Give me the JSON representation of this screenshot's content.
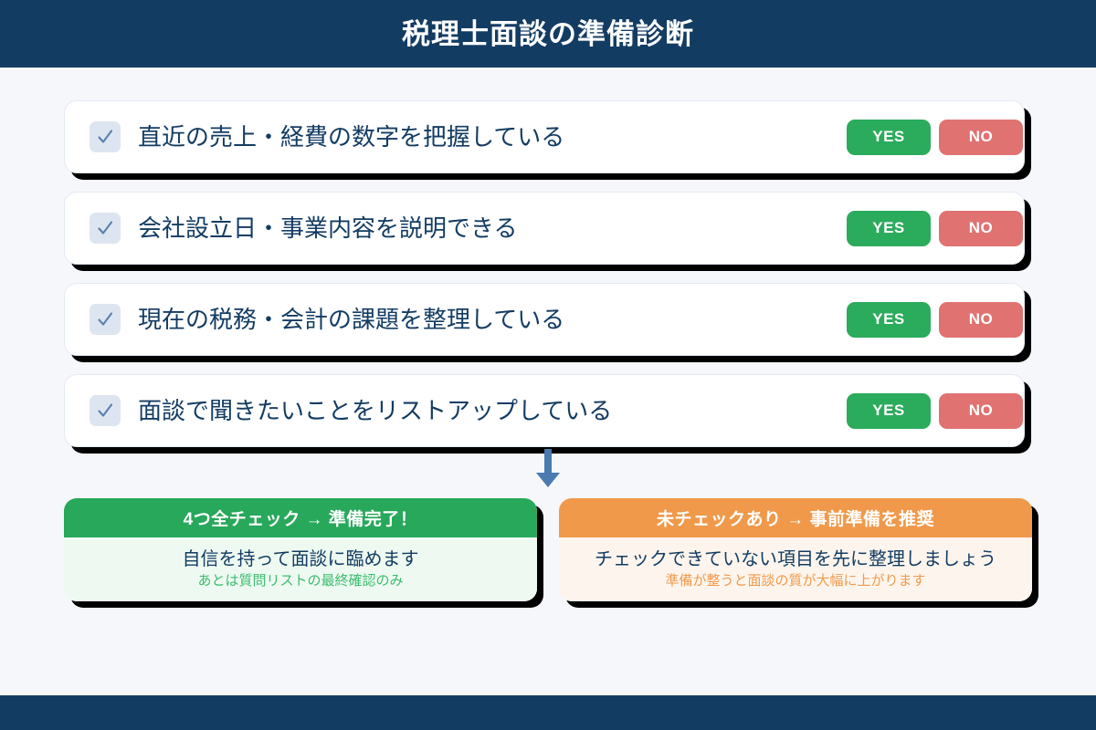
{
  "header": {
    "title": "税理士面談の準備診断",
    "background_color": "#133c63"
  },
  "checklist": {
    "items": [
      {
        "checkbox_icon": "check-icon",
        "label": "直近の売上・経費の数字を把握している",
        "yes_label": "YES",
        "no_label": "NO"
      },
      {
        "checkbox_icon": "check-icon",
        "label": "会社設立日・事業内容を説明できる",
        "yes_label": "YES",
        "no_label": "NO"
      },
      {
        "checkbox_icon": "check-icon",
        "label": "現在の税務・会計の課題を整理している",
        "yes_label": "YES",
        "no_label": "NO"
      },
      {
        "checkbox_icon": "check-icon",
        "label": "面談で聞きたいことをリストアップしている",
        "yes_label": "YES",
        "no_label": "NO"
      }
    ],
    "yes_color": "#2bab5c",
    "no_color": "#e07272",
    "checkbox_fill": "#dde5f0",
    "checkmark_color": "#5a80b0",
    "text_color": "#133c63"
  },
  "connector": {
    "icon": "arrow-down-icon",
    "color": "#4a7ab0"
  },
  "results": [
    {
      "id": "all-checked",
      "header": "4つ全チェック → 準備完了！",
      "main_text": "自信を持って面談に臨めます",
      "sub_text": "あとは質問リストの最終確認のみ",
      "accent_color": "#27a85a",
      "body_color": "#eefaf1"
    },
    {
      "id": "has-unchecked",
      "header": "未チェックあり → 事前準備を推奨",
      "main_text": "チェックできていない項目を先に整理しましょう",
      "sub_text": "準備が整うと面談の質が大幅に上がります",
      "accent_color": "#f0994a",
      "body_color": "#fdf5ed"
    }
  ],
  "footer": {
    "background_color": "#133c63"
  },
  "page_background": "#f5f7fb"
}
